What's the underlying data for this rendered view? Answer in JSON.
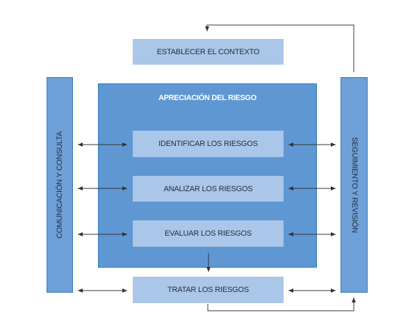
{
  "diagram": {
    "establecer": "ESTABLECER EL CONTEXTO",
    "apreciacion": "APRECIACIÓN DEL RIESGO",
    "identificar": "IDENTIFICAR LOS RIESGOS",
    "analizar": "ANALIZAR LOS RIESGOS",
    "evaluar": "EVALUAR LOS RIESGOS",
    "tratar": "TRATAR LOS RIESGOS",
    "comunicacion": "COMUNICACIÓN Y CONSULTA",
    "seguimiento": "SEGUIMIENTO Y REVISIÓN"
  },
  "colors": {
    "light_box": "#aac6e8",
    "appreciation_fill": "#5f97d3",
    "side_fill": "#6fa0d8",
    "border": "#2e7bc0",
    "arrow": "#333333"
  }
}
